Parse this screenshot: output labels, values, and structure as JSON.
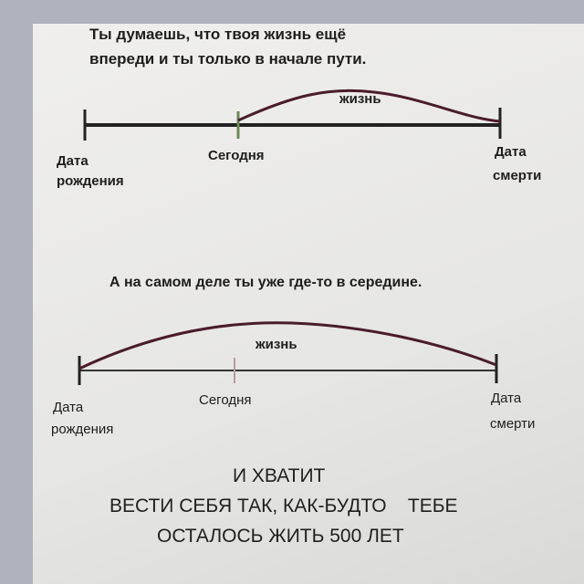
{
  "diagram1": {
    "caption_line1": "Ты думаешь, что твоя жизнь ещё",
    "caption_line2": "впереди и ты только в начале пути.",
    "arc_label": "жизнь",
    "birth_label_1": "Дата",
    "birth_label_2": "рождения",
    "today_label": "Сегодня",
    "death_label_1": "Дата",
    "death_label_2": "смерти"
  },
  "diagram2": {
    "caption": "А на самом деле ты уже где-то в середине.",
    "arc_label": "жизнь",
    "birth_label_1": "Дата",
    "birth_label_2": "рождения",
    "today_label": "Сегодня",
    "death_label_1": "Дата",
    "death_label_2": "смерти"
  },
  "conclusion": {
    "line1": "И ХВАТИТ",
    "line2": "ВЕСТИ СЕБЯ ТАК, КАК-БУДТО    ТЕБЕ",
    "line3": "ОСТАЛОСЬ ЖИТЬ 500 ЛЕТ"
  },
  "colors": {
    "arc": "#4a1c2c",
    "today_marker_1": "#6b8a55",
    "today_marker_2": "#b89aa8"
  }
}
